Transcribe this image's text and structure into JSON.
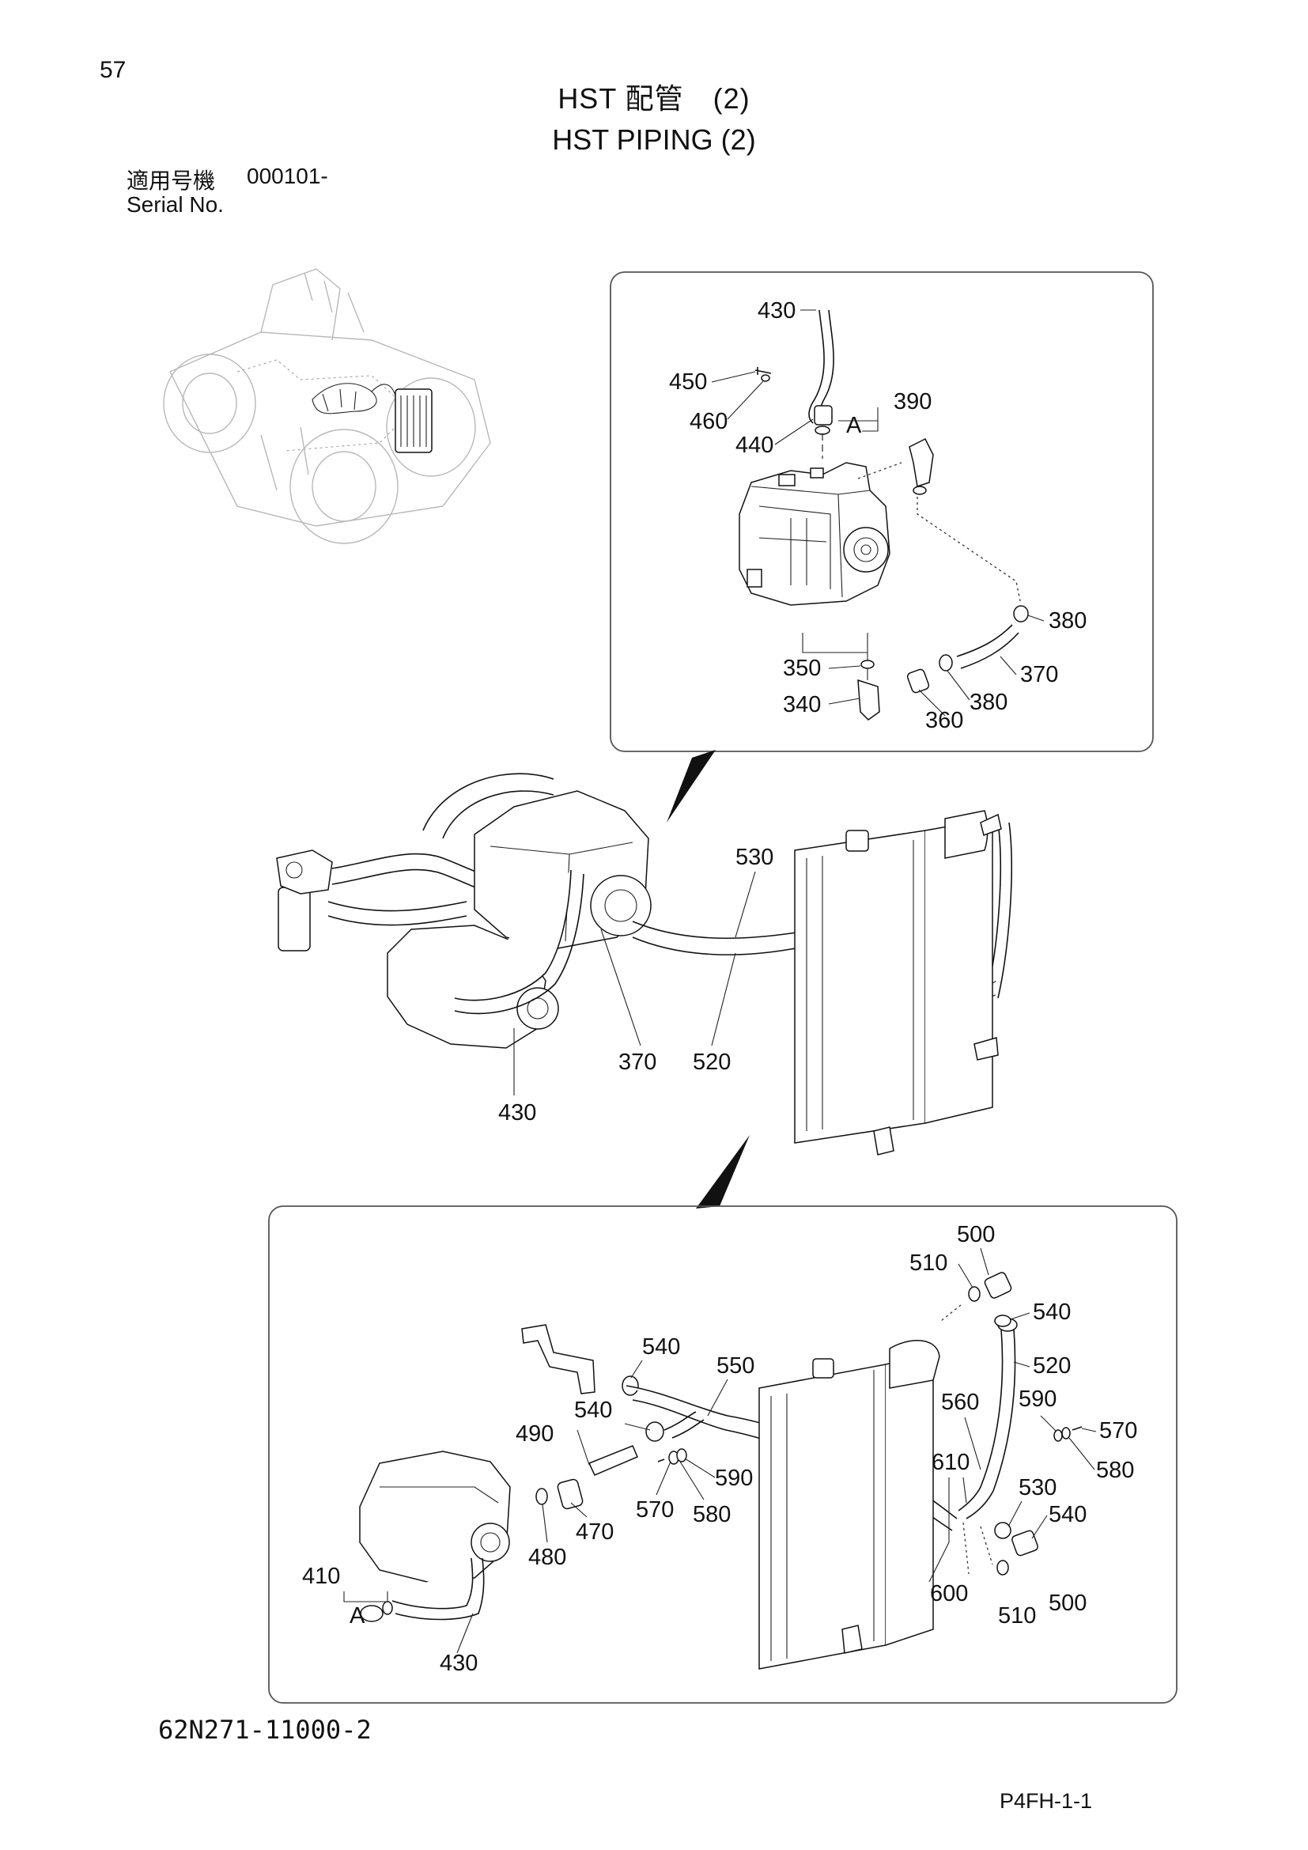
{
  "header": {
    "page_number": "57",
    "title_jp": "HST 配管　(2)",
    "title_en": "HST PIPING (2)",
    "serial_label_jp": "適用号機",
    "serial_value": "000101-",
    "serial_label_en": "Serial No."
  },
  "footer": {
    "drawing_number": "62N271-11000-2",
    "page_code": "P4FH-1-1"
  },
  "detail_top": {
    "callouts": [
      "430",
      "450",
      "390",
      "460",
      "A",
      "440",
      "380",
      "350",
      "370",
      "340",
      "380",
      "360"
    ]
  },
  "main_view": {
    "callouts": [
      "530",
      "370",
      "520",
      "430"
    ]
  },
  "detail_bottom": {
    "callouts": [
      "500",
      "510",
      "540",
      "540",
      "550",
      "520",
      "490",
      "540",
      "560",
      "590",
      "570",
      "610",
      "580",
      "590",
      "570",
      "580",
      "530",
      "540",
      "470",
      "480",
      "410",
      "A",
      "600",
      "510",
      "500",
      "430"
    ]
  }
}
